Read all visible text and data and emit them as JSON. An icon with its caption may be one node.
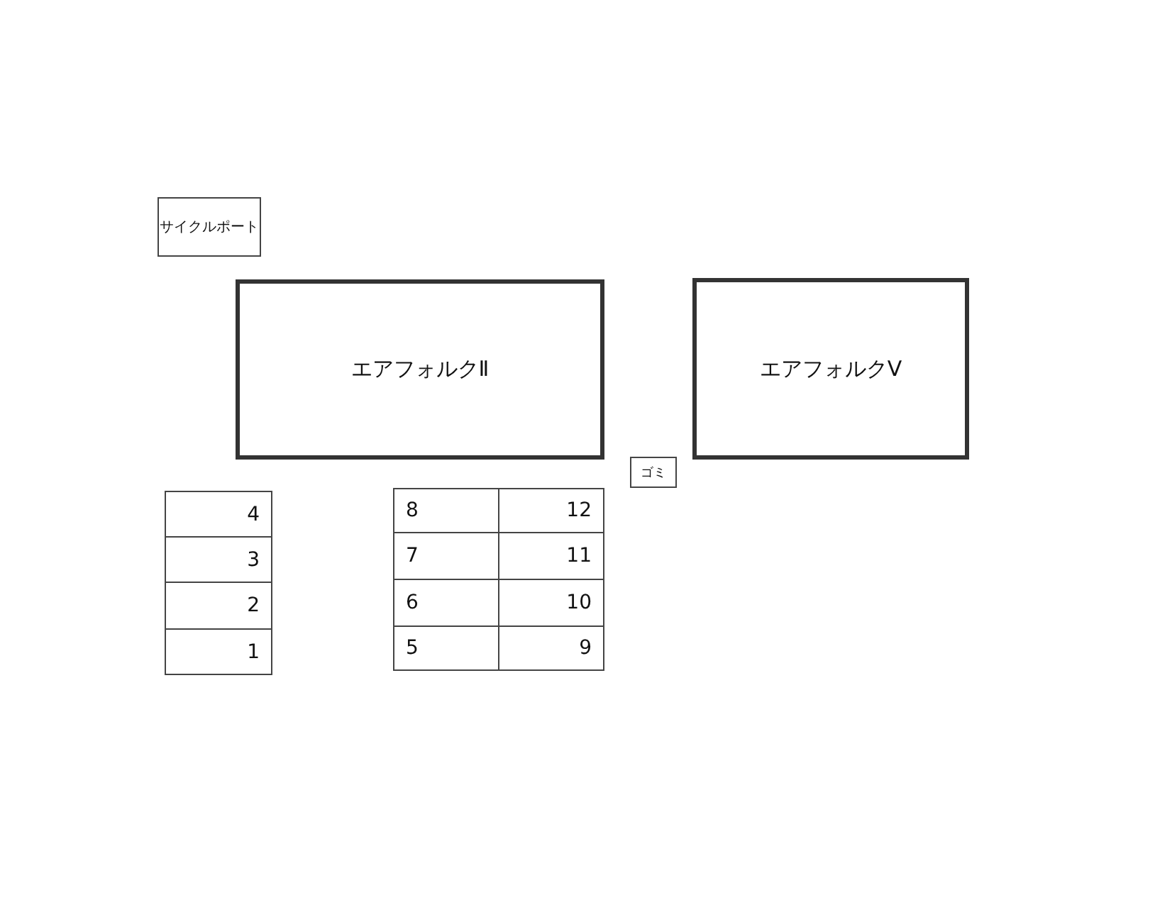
{
  "diagram": {
    "nodes": [
      {
        "text": [
          "サイクルポート"
        ]
      },
      {
        "text": [
          "エアフォルクⅡ"
        ]
      },
      {
        "text": [
          "エアフォルクⅤ"
        ]
      },
      {
        "text": [
          "ゴミ"
        ]
      },
      {
        "text": [
          "4"
        ]
      },
      {
        "text": [
          "3"
        ]
      },
      {
        "text": [
          "2"
        ]
      },
      {
        "text": [
          "1"
        ]
      },
      {
        "text": [
          "8"
        ]
      },
      {
        "text": [
          "12"
        ]
      },
      {
        "text": [
          "7"
        ]
      },
      {
        "text": [
          "11"
        ]
      },
      {
        "text": [
          "6"
        ]
      },
      {
        "text": [
          "10"
        ]
      },
      {
        "text": [
          "5"
        ]
      },
      {
        "text": [
          "9"
        ]
      }
    ]
  }
}
